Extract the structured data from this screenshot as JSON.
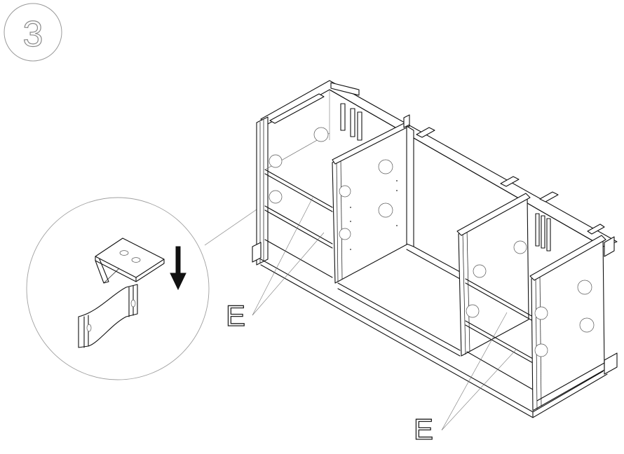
{
  "diagram": {
    "step_number": "3",
    "part_labels": [
      {
        "id": "upper",
        "text": "E"
      },
      {
        "id": "lower",
        "text": "E"
      }
    ],
    "colors": {
      "line": "#111111",
      "callout_line": "#999999",
      "background": "#ffffff"
    },
    "icons": [
      "down-arrow-icon",
      "shelf-support-bracket-icon"
    ]
  }
}
